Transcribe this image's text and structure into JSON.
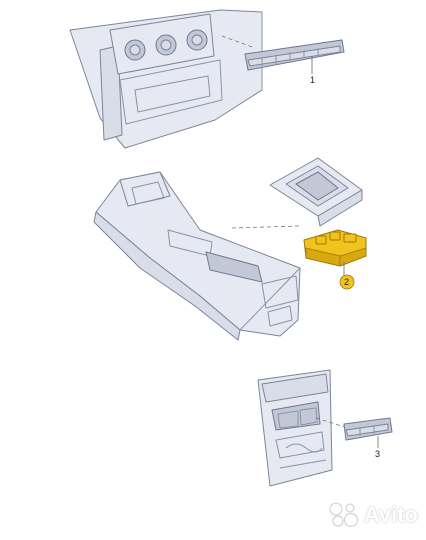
{
  "callouts": [
    {
      "id": "1",
      "label": "1"
    },
    {
      "id": "2",
      "label": "2"
    },
    {
      "id": "3",
      "label": "3"
    }
  ],
  "watermark": {
    "text": "Avito",
    "icon": "avito-logo-icon"
  },
  "colors": {
    "highlight_part": "#f2c21d",
    "line_art": "#7b849a",
    "fill": "#d9dde8"
  }
}
